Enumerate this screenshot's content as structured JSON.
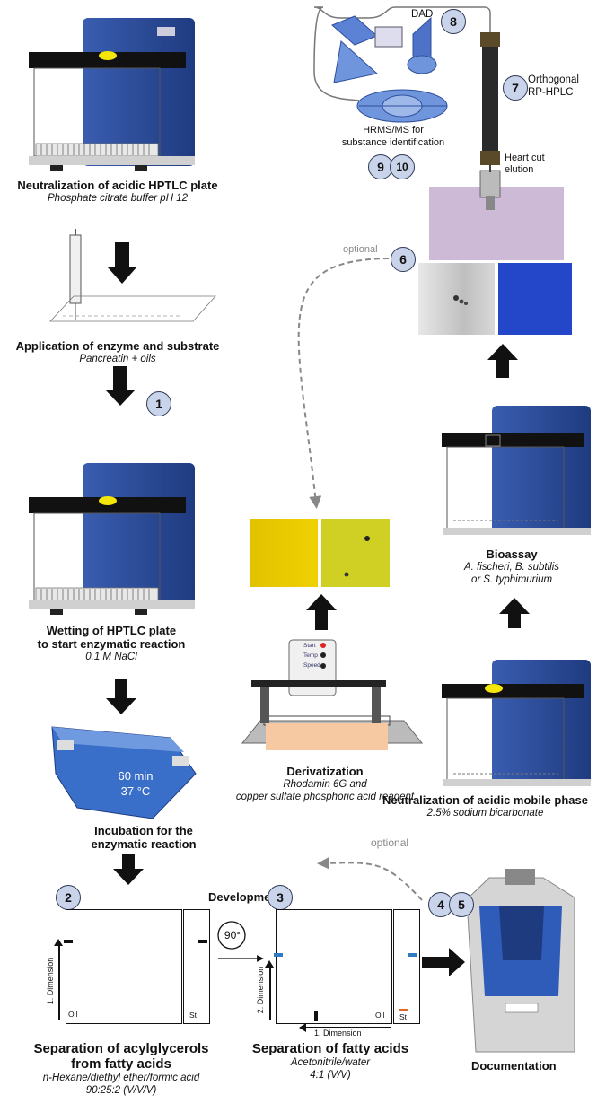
{
  "steps": {
    "neutralization_plate": {
      "title": "Neutralization of acidic HPTLC plate",
      "sub": "Phosphate citrate buffer pH 12"
    },
    "application": {
      "title": "Application of enzyme and substrate",
      "sub": "Pancreatin + oils"
    },
    "wetting": {
      "title1": "Wetting of HPTLC plate",
      "title2": "to start enzymatic reaction",
      "sub": "0.1 M NaCl"
    },
    "incubation": {
      "title1": "Incubation for the",
      "title2": "enzymatic reaction",
      "box_line1": "60 min",
      "box_line2": "37 °C"
    },
    "development": "Development",
    "separation1": {
      "title1": "Separation of acylglycerols",
      "title2": "from fatty acids",
      "sub1": "n-Hexane/diethyl ether/formic acid",
      "sub2": "90:25:2 (V/V/V)"
    },
    "separation2": {
      "title": "Separation of fatty acids",
      "sub1": "Acetonitrile/water",
      "sub2": "4:1 (V/V)"
    },
    "documentation": "Documentation",
    "derivatization": {
      "title": "Derivatization",
      "sub1": "Rhodamin 6G and",
      "sub2": "copper sulfate phosphoric acid reagent"
    },
    "neutralization_mobile": {
      "title": "Neutralization of acidic mobile phase",
      "sub": "2.5% sodium bicarbonate"
    },
    "bioassay": {
      "title": "Bioassay",
      "sub1": "A. fischeri, B. subtilis",
      "sub2": "or S. typhimurium"
    },
    "heart_cut": {
      "line1": "Heart cut",
      "line2": "elution"
    },
    "orthogonal": {
      "line1": "Orthogonal",
      "line2": "RP-HPLC"
    },
    "dad": "DAD",
    "hrms": {
      "line1": "HRMS/MS for",
      "line2": "substance identification"
    }
  },
  "badges": [
    "1",
    "2",
    "3",
    "4",
    "5",
    "6",
    "7",
    "8",
    "9",
    "10"
  ],
  "optional_label": "optional",
  "rotation_label": "90°",
  "axis": {
    "dim1": "1. Dimension",
    "dim2": "2. Dimension",
    "oil": "Oil",
    "st": "St"
  },
  "derivatizer": {
    "btn1": "Start",
    "btn2": "Temp",
    "btn3": "Speed"
  },
  "colors": {
    "badge": "#c9d3ea",
    "chamber_blue": "#2f4f9c",
    "lid": "#111111",
    "accent_yellow": "#f5e60a",
    "orange_band": "#e0662a",
    "blue_band": "#2f7bc4",
    "arrow": "#111111",
    "dashed": "#777777"
  }
}
